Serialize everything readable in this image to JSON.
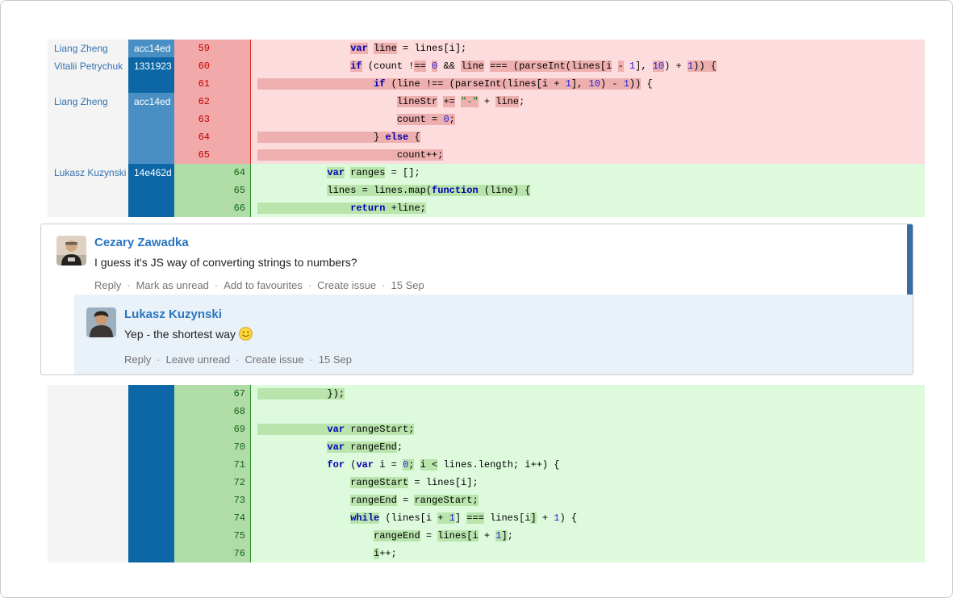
{
  "window": {
    "title": "code review diff with comments"
  },
  "colors": {
    "removed_line_bg": "#fcdcdc",
    "removed_word_highlight": "#eeafaf",
    "removed_gutter_bg": "#f1a9a9",
    "removed_number_text": "#c40000",
    "added_line_bg": "#ddfadd",
    "added_word_highlight": "#b9e5ad",
    "added_gutter_bg": "#afdca7",
    "added_number_text": "#156615",
    "blame_light_blue": "#4a8fc4",
    "blame_dark_blue": "#0d67a6",
    "unread_indicator": "#356ca4",
    "reply_bg": "#e9f1f9",
    "author_link_blue": "#3572b0",
    "keyword_blue": "#0000b3",
    "number_blue": "#2424dd",
    "string_green": "#0a7a0a"
  },
  "diff_top": {
    "rows": [
      {
        "author": "Liang Zheng",
        "hash": "acc14ed",
        "shade": "light",
        "type": "del",
        "old": "59",
        "new": "",
        "code": [
          {
            "t": "                "
          },
          {
            "t": "var",
            "c": "kw",
            "h": true
          },
          {
            "t": " "
          },
          {
            "t": "line",
            "h": true
          },
          {
            "t": " = lines[i];"
          }
        ]
      },
      {
        "author": "Vitalii Petrychuk",
        "hash": "1331923",
        "shade": "dark",
        "type": "del",
        "old": "60",
        "new": "",
        "code": [
          {
            "t": "                "
          },
          {
            "t": "if",
            "c": "kw",
            "h": true
          },
          {
            "t": " (count !"
          },
          {
            "t": "==",
            "h": true
          },
          {
            "t": " "
          },
          {
            "t": "0",
            "c": "num",
            "h": true
          },
          {
            "t": " && "
          },
          {
            "t": "line",
            "h": true
          },
          {
            "t": " "
          },
          {
            "t": "=== ",
            "h": true
          },
          {
            "t": "(parseInt(lines[i",
            "h": true
          },
          {
            "t": " "
          },
          {
            "t": "-",
            "h": true
          },
          {
            "t": " "
          },
          {
            "t": "1",
            "c": "num"
          },
          {
            "t": "], "
          },
          {
            "t": "10",
            "c": "num",
            "h": true
          },
          {
            "t": ") + "
          },
          {
            "t": "1",
            "c": "num",
            "h": true
          },
          {
            "t": ")) {",
            "h": true
          }
        ]
      },
      {
        "author": "",
        "hash": "",
        "shade": "dark",
        "type": "del",
        "old": "61",
        "new": "",
        "code": [
          {
            "t": "                    ",
            "h": true
          },
          {
            "t": "if",
            "c": "kw",
            "h": true
          },
          {
            "t": " (line !== (parseInt(lines[i + ",
            "h": true
          },
          {
            "t": "1",
            "c": "num",
            "h": true
          },
          {
            "t": "], ",
            "h": true
          },
          {
            "t": "10",
            "c": "num",
            "h": true
          },
          {
            "t": ") - ",
            "h": true
          },
          {
            "t": "1",
            "c": "num",
            "h": true
          },
          {
            "t": "))",
            "h": true
          },
          {
            "t": " {"
          }
        ]
      },
      {
        "author": "Liang Zheng",
        "hash": "acc14ed",
        "shade": "light",
        "type": "del",
        "old": "62",
        "new": "",
        "code": [
          {
            "t": "                        "
          },
          {
            "t": "lineStr",
            "h": true
          },
          {
            "t": " "
          },
          {
            "t": "+=",
            "h": true
          },
          {
            "t": " "
          },
          {
            "t": "\"-\"",
            "c": "str",
            "h": true
          },
          {
            "t": " + "
          },
          {
            "t": "line",
            "h": true
          },
          {
            "t": ";"
          }
        ]
      },
      {
        "author": "",
        "hash": "",
        "shade": "light",
        "type": "del",
        "old": "63",
        "new": "",
        "code": [
          {
            "t": "                        "
          },
          {
            "t": "count = ",
            "h": true
          },
          {
            "t": "0",
            "c": "num",
            "h": true
          },
          {
            "t": ";",
            "h": true
          }
        ]
      },
      {
        "author": "",
        "hash": "",
        "shade": "light",
        "type": "del",
        "old": "64",
        "new": "",
        "code": [
          {
            "t": "                    } ",
            "h": true
          },
          {
            "t": "else",
            "c": "kw",
            "h": true
          },
          {
            "t": " {",
            "h": true
          }
        ]
      },
      {
        "author": "",
        "hash": "",
        "shade": "light",
        "type": "del",
        "old": "65",
        "new": "",
        "code": [
          {
            "t": "                        count++;",
            "h": true
          }
        ]
      },
      {
        "author": "Lukasz Kuzynski",
        "hash": "14e462d",
        "shade": "dark",
        "type": "add",
        "old": "",
        "new": "64",
        "code": [
          {
            "t": "            "
          },
          {
            "t": "var",
            "c": "kw",
            "h": true
          },
          {
            "t": " "
          },
          {
            "t": "ranges",
            "h": true
          },
          {
            "t": " = [];"
          }
        ]
      },
      {
        "author": "",
        "hash": "",
        "shade": "dark",
        "type": "add",
        "old": "",
        "new": "65",
        "code": [
          {
            "t": "            "
          },
          {
            "t": "lines = lines.map(",
            "h": true
          },
          {
            "t": "function",
            "c": "kw",
            "h": true
          },
          {
            "t": " (line) {",
            "h": true
          }
        ]
      },
      {
        "author": "",
        "hash": "",
        "shade": "dark",
        "type": "add",
        "old": "",
        "new": "66",
        "code": [
          {
            "t": "                ",
            "h": true
          },
          {
            "t": "return",
            "c": "kw",
            "h": true
          },
          {
            "t": " +line;",
            "h": true
          }
        ]
      }
    ]
  },
  "comments": {
    "root": {
      "author": "Cezary Zawadka",
      "body": "I guess it's JS way of converting strings to numbers?",
      "actions": [
        "Reply",
        "Mark as unread",
        "Add to favourites",
        "Create issue"
      ],
      "date": "15 Sep"
    },
    "reply": {
      "author": "Lukasz Kuzynski",
      "body": "Yep - the shortest way",
      "emoticon": "smile-emoticon",
      "actions": [
        "Reply",
        "Leave unread",
        "Create issue"
      ],
      "date": "15 Sep"
    }
  },
  "diff_bottom": {
    "rows": [
      {
        "author": "",
        "hash": "",
        "shade": "dark",
        "type": "add",
        "old": "",
        "new": "67",
        "code": [
          {
            "t": "            });",
            "h": true
          }
        ]
      },
      {
        "author": "",
        "hash": "",
        "shade": "dark",
        "type": "add",
        "old": "",
        "new": "68",
        "code": []
      },
      {
        "author": "",
        "hash": "",
        "shade": "dark",
        "type": "add",
        "old": "",
        "new": "69",
        "code": [
          {
            "t": "            ",
            "h": true
          },
          {
            "t": "var",
            "c": "kw",
            "h": true
          },
          {
            "t": " ",
            "h": true
          },
          {
            "t": "rangeStart;",
            "h": true
          }
        ]
      },
      {
        "author": "",
        "hash": "",
        "shade": "dark",
        "type": "add",
        "old": "",
        "new": "70",
        "code": [
          {
            "t": "            "
          },
          {
            "t": "var",
            "c": "kw",
            "h": true
          },
          {
            "t": " ",
            "h": true
          },
          {
            "t": "rangeEnd",
            "h": true
          },
          {
            "t": ";"
          }
        ]
      },
      {
        "author": "",
        "hash": "",
        "shade": "dark",
        "type": "add",
        "old": "",
        "new": "71",
        "code": [
          {
            "t": "            "
          },
          {
            "t": "for",
            "c": "kw"
          },
          {
            "t": " ("
          },
          {
            "t": "var",
            "c": "kw"
          },
          {
            "t": " i = "
          },
          {
            "t": "0",
            "c": "num",
            "h": true
          },
          {
            "t": ";",
            "h": true
          },
          {
            "t": " "
          },
          {
            "t": "i <",
            "h": true
          },
          {
            "t": " lines.length; i++) {"
          }
        ]
      },
      {
        "author": "",
        "hash": "",
        "shade": "dark",
        "type": "add",
        "old": "",
        "new": "72",
        "code": [
          {
            "t": "                "
          },
          {
            "t": "rangeStart",
            "h": true
          },
          {
            "t": " = lines[i];"
          }
        ]
      },
      {
        "author": "",
        "hash": "",
        "shade": "dark",
        "type": "add",
        "old": "",
        "new": "73",
        "code": [
          {
            "t": "                "
          },
          {
            "t": "rangeEnd",
            "h": true
          },
          {
            "t": " = "
          },
          {
            "t": "rangeStart;",
            "h": true
          }
        ]
      },
      {
        "author": "",
        "hash": "",
        "shade": "dark",
        "type": "add",
        "old": "",
        "new": "74",
        "code": [
          {
            "t": "                "
          },
          {
            "t": "while",
            "c": "kw",
            "h": true
          },
          {
            "t": " (lines[i "
          },
          {
            "t": "+ ",
            "h": true
          },
          {
            "t": "1",
            "c": "num",
            "h": true
          },
          {
            "t": "]"
          },
          {
            "t": " "
          },
          {
            "t": "===",
            "h": true
          },
          {
            "t": " lines[i"
          },
          {
            "t": "]",
            "h": true
          },
          {
            "t": " + "
          },
          {
            "t": "1",
            "c": "num"
          },
          {
            "t": ") {"
          }
        ]
      },
      {
        "author": "",
        "hash": "",
        "shade": "dark",
        "type": "add",
        "old": "",
        "new": "75",
        "code": [
          {
            "t": "                    "
          },
          {
            "t": "rangeEnd",
            "h": true
          },
          {
            "t": " = "
          },
          {
            "t": "lines[i",
            "h": true
          },
          {
            "t": " + "
          },
          {
            "t": "1",
            "c": "num",
            "h": true
          },
          {
            "t": "]",
            "h": true
          },
          {
            "t": ";"
          }
        ]
      },
      {
        "author": "",
        "hash": "",
        "shade": "dark",
        "type": "add",
        "old": "",
        "new": "76",
        "code": [
          {
            "t": "                    "
          },
          {
            "t": "i",
            "h": true
          },
          {
            "t": "++;"
          }
        ]
      }
    ]
  }
}
